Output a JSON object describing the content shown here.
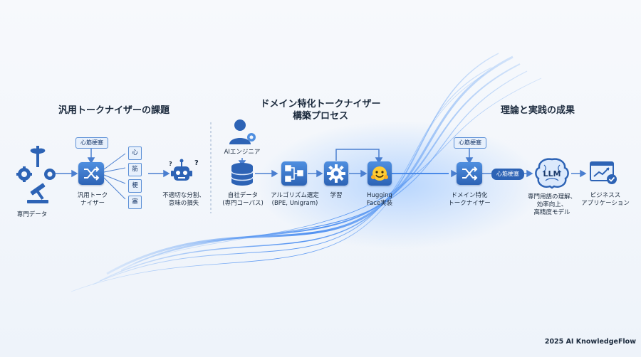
{
  "sections": {
    "challenge_title": "汎用トークナイザーの課題",
    "process_title_line1": "ドメイン特化トークナイザー",
    "process_title_line2": "構築プロセス",
    "results_title": "理論と実践の成果"
  },
  "challenge": {
    "specialized_data": "専門データ",
    "term_chip": "心筋梗塞",
    "generic_tokenizer_line1": "汎用トーク",
    "generic_tokenizer_line2": "ナイザー",
    "tokens": [
      "心",
      "筋",
      "梗",
      "塞"
    ],
    "bad_split_line1": "不適切な分割、",
    "bad_split_line2": "意味の損失"
  },
  "process": {
    "engineer": "AIエンジニア",
    "corpus_line1": "自社データ",
    "corpus_line2": "(専門コーパス)",
    "algorithm_line1": "アルゴリズム選定",
    "algorithm_line2": "(BPE, Unigram)",
    "training": "学習",
    "hf_line1": "Hugging",
    "hf_line2": "Face実装"
  },
  "results": {
    "term_chip": "心筋梗塞",
    "domain_tokenizer_line1": "ドメイン特化",
    "domain_tokenizer_line2": "トークナイザー",
    "token_chip": "心筋梗塞",
    "llm_label": "LLM",
    "llm_desc_line1": "専門用語の理解、",
    "llm_desc_line2": "効率向上、",
    "llm_desc_line3": "高精度モデル",
    "business_line1": "ビジネスス",
    "business_line2": "アプリケーション"
  },
  "footer": "2025 AI KnowledgeFlow",
  "colors": {
    "accent": "#2d63b5",
    "accent_light": "#4f8fe0",
    "chip_bg": "#e7f0fc",
    "wave": "#4a8ae8"
  }
}
